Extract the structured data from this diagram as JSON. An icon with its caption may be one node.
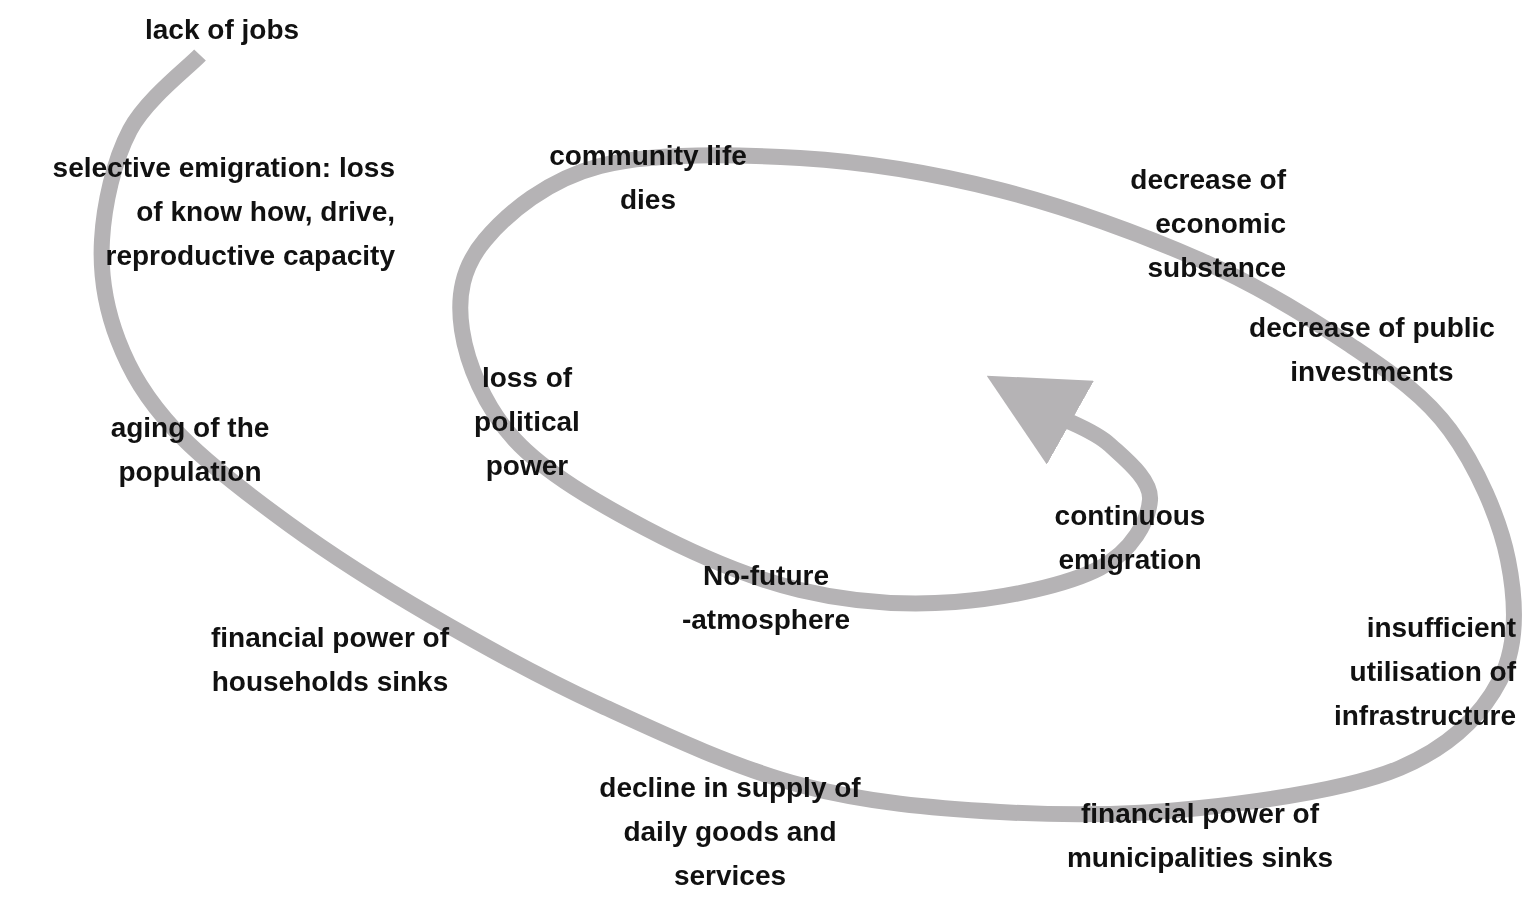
{
  "diagram": {
    "labels": [
      "lack of jobs",
      "selective emigration: loss of know how, drive, reproductive capacity",
      "community life dies",
      "decrease of economic substance",
      "decrease of public investments",
      "loss of political power",
      "aging of the population",
      "continuous emigration",
      "No-future -atmosphere",
      "financial power of households sinks",
      "insufficient utilisation of infrastructure",
      "decline in supply of daily goods and services",
      "financial power of municipalities sinks"
    ]
  }
}
